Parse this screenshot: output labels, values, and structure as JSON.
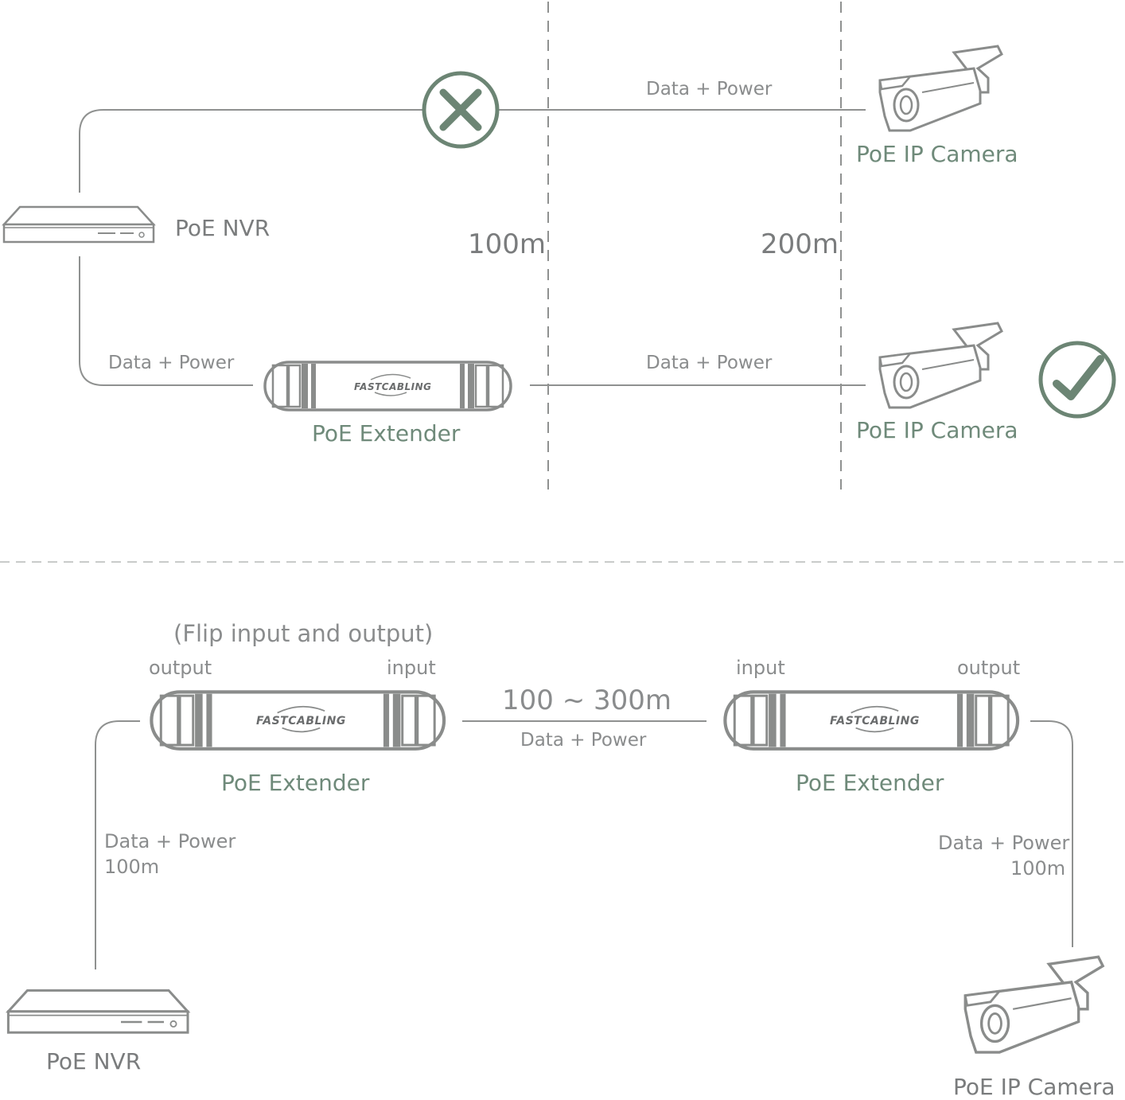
{
  "colors": {
    "line": "#8f9190",
    "device": "#8a8c8b",
    "green": "#6c8574",
    "text": "#7d7f80"
  },
  "top": {
    "nvr_label": "PoE NVR",
    "link_upper": "Data + Power",
    "link_lower_left": "Data + Power",
    "link_lower_right": "Data + Power",
    "camera_upper_label": "PoE IP Camera",
    "camera_lower_label": "PoE IP Camera",
    "extender_label": "PoE Extender",
    "extender_brand": "FASTCABLING",
    "distance_1": "100m",
    "distance_2": "200m",
    "fail_icon": "cross-circle-icon",
    "ok_icon": "check-circle-icon"
  },
  "bottom": {
    "flip_note": "(Flip input and output)",
    "ext1_port_left": "output",
    "ext1_port_right": "input",
    "ext2_port_left": "input",
    "ext2_port_right": "output",
    "range": "100 ~ 300m",
    "range_sub": "Data + Power",
    "ext1_label": "PoE Extender",
    "ext2_label": "PoE Extender",
    "ext1_brand": "FASTCABLING",
    "ext2_brand": "FASTCABLING",
    "left_link_line1": "Data + Power",
    "left_link_line2": "100m",
    "right_link_line1": "Data + Power",
    "right_link_line2": "100m",
    "nvr_label": "PoE NVR",
    "camera_label": "PoE IP Camera"
  }
}
